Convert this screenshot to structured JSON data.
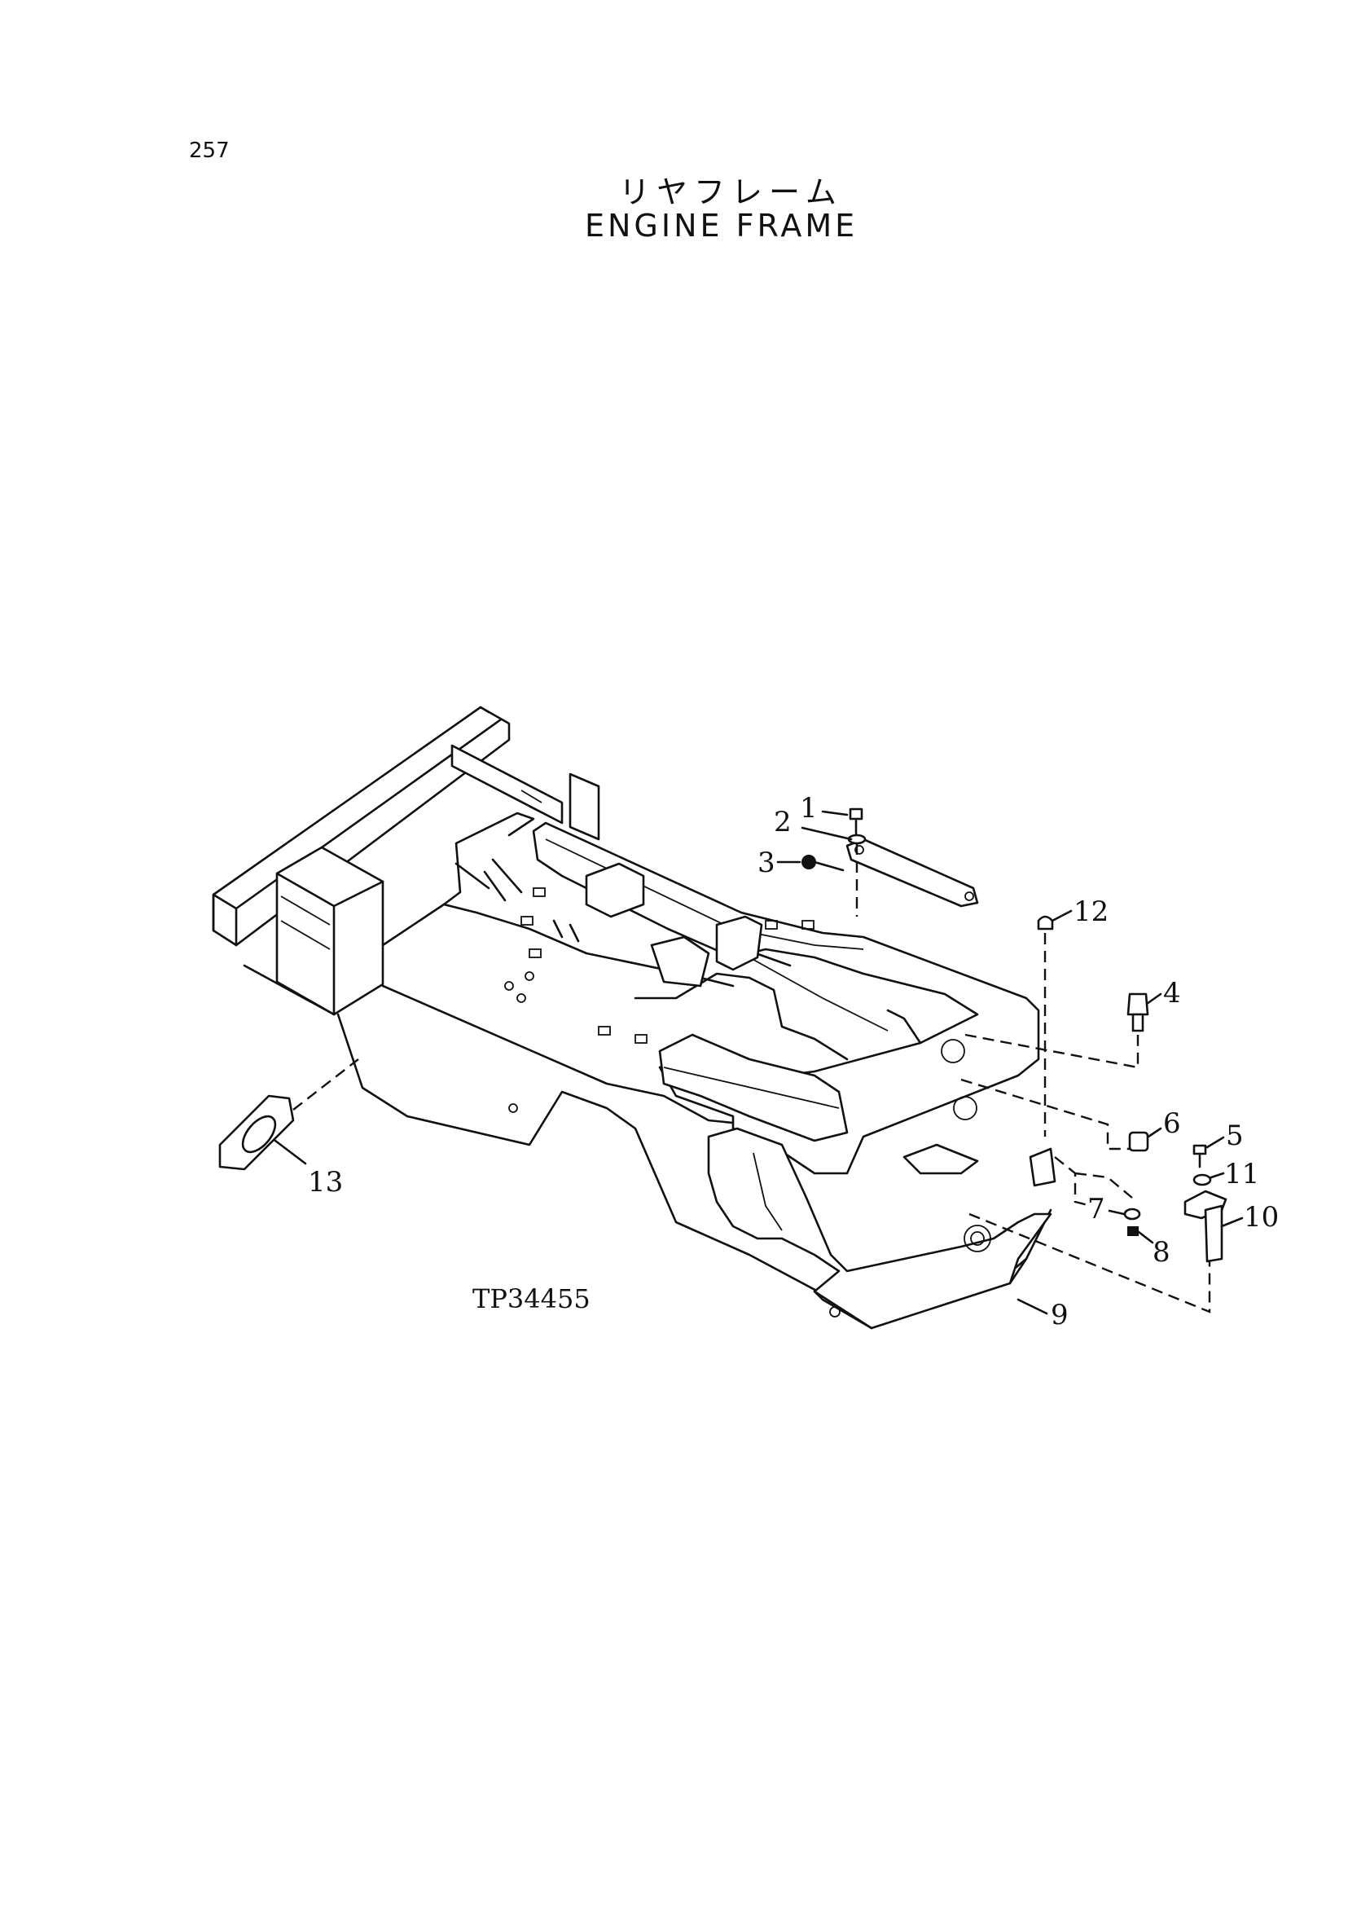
{
  "page_number": "257",
  "title_japanese": "リヤフレーム",
  "title_english": "ENGINE FRAME",
  "drawing_number": "TP34455",
  "callouts": [
    "1",
    "2",
    "3",
    "4",
    "5",
    "6",
    "7",
    "8",
    "9",
    "10",
    "11",
    "12",
    "13"
  ]
}
